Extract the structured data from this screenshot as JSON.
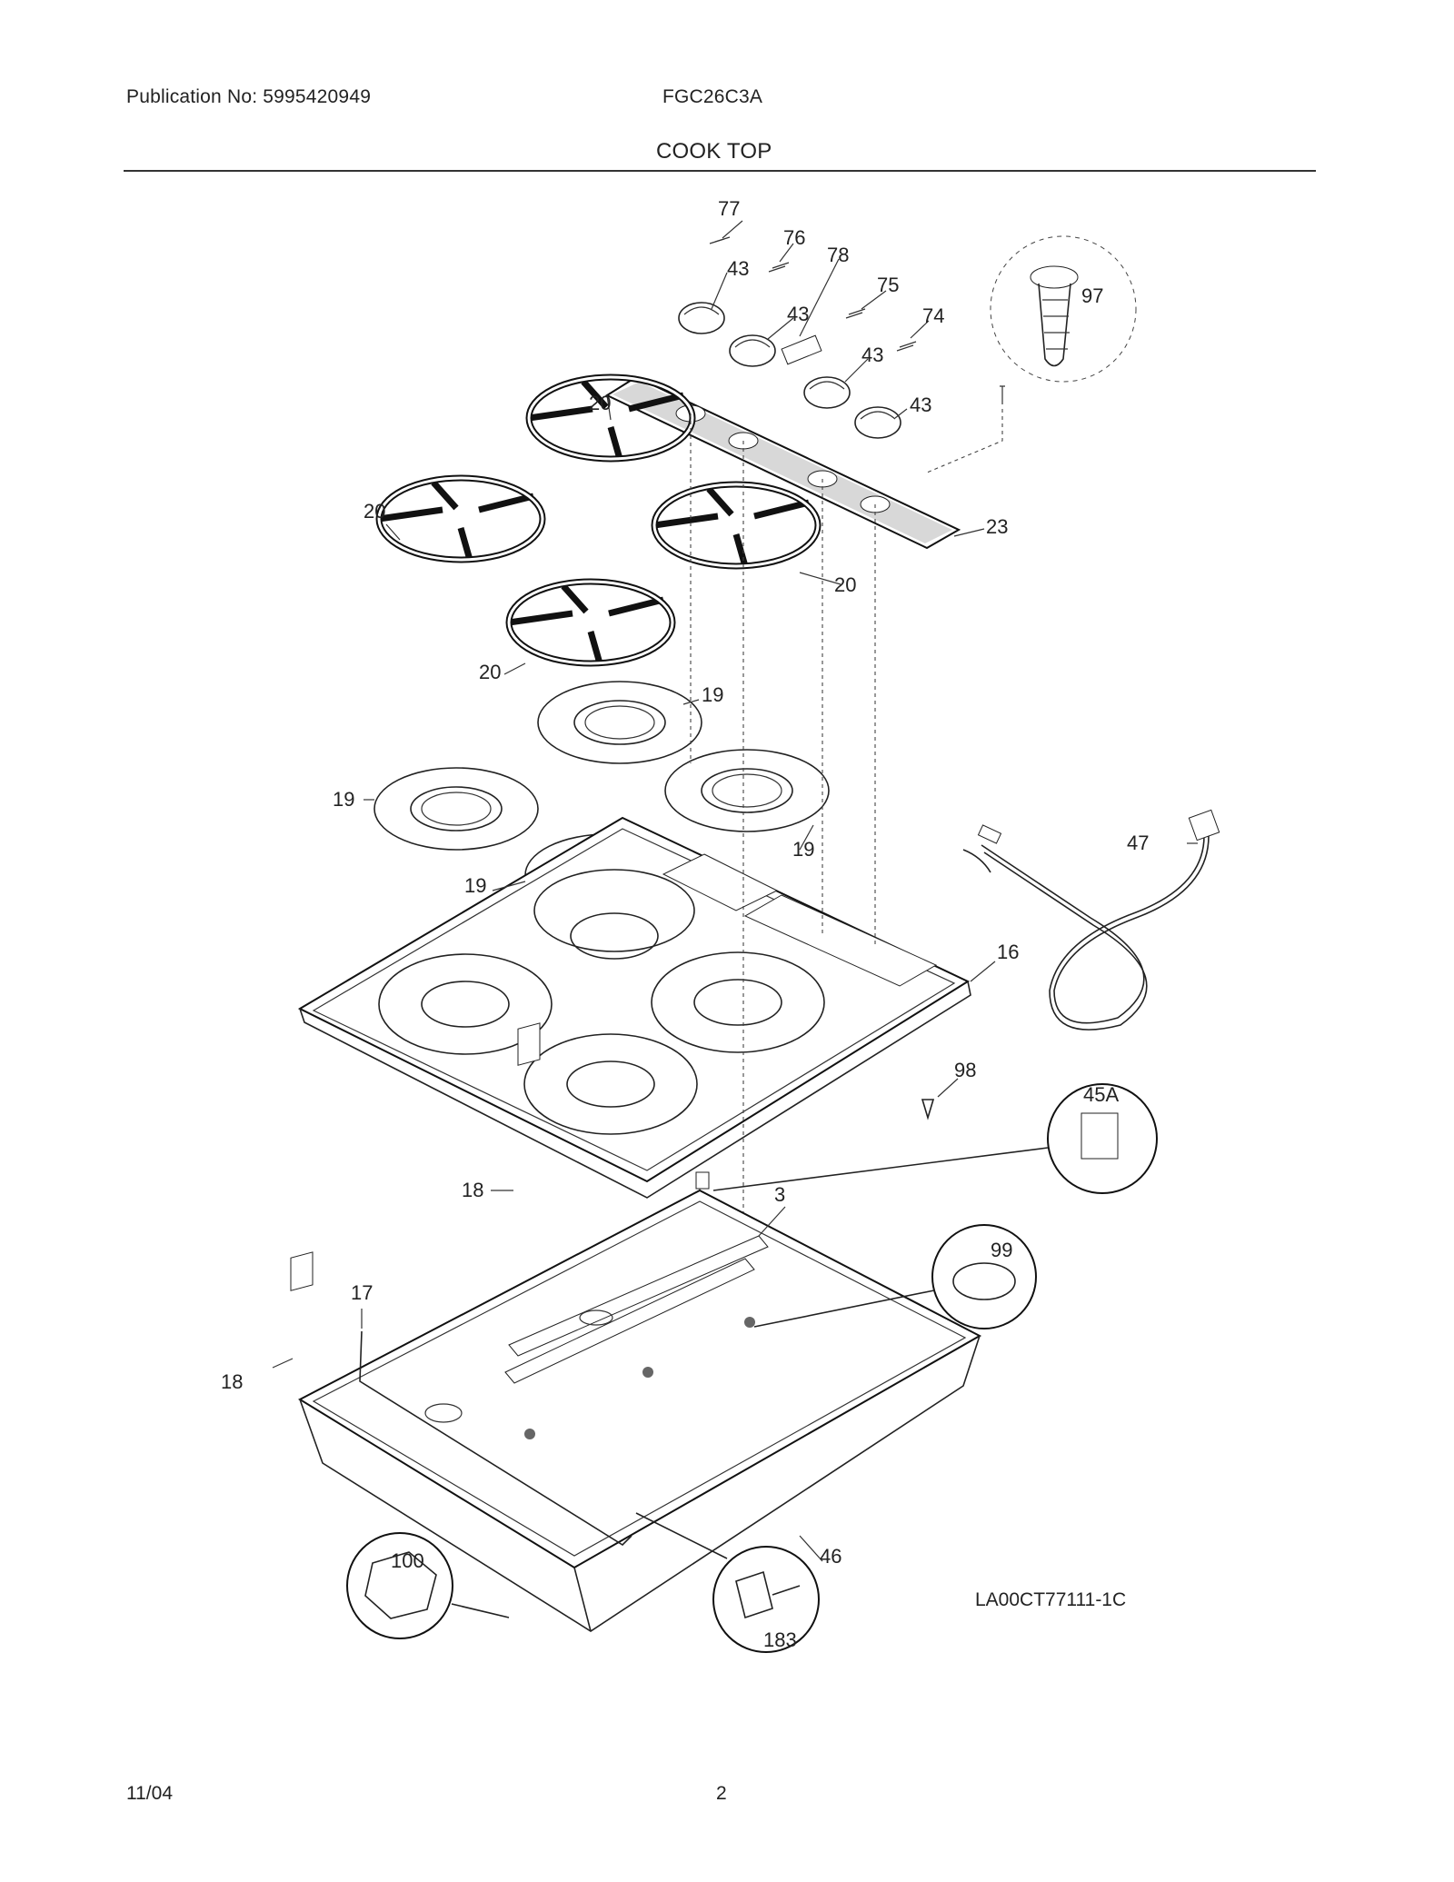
{
  "header": {
    "publication": "Publication No: 5995420949",
    "model": "FGC26C3A",
    "section_title": "COOK TOP"
  },
  "diagram": {
    "reference_code": "LA00CT77111-1C",
    "callouts": {
      "p77": "77",
      "p76": "76",
      "p78": "78",
      "p75": "75",
      "p74": "74",
      "p97": "97",
      "p43a": "43",
      "p43b": "43",
      "p43c": "43",
      "p43d": "43",
      "p20a": "20",
      "p20b": "20",
      "p20c": "20",
      "p20d": "20",
      "p23": "23",
      "p19a": "19",
      "p19b": "19",
      "p19c": "19",
      "p19d": "19",
      "p47": "47",
      "p16": "16",
      "p98": "98",
      "p45a": "45A",
      "p18a": "18",
      "p18b": "18",
      "p3": "3",
      "p99": "99",
      "p17": "17",
      "p46": "46",
      "p100": "100",
      "p183": "183"
    }
  },
  "footer": {
    "date": "11/04",
    "page": "2"
  }
}
